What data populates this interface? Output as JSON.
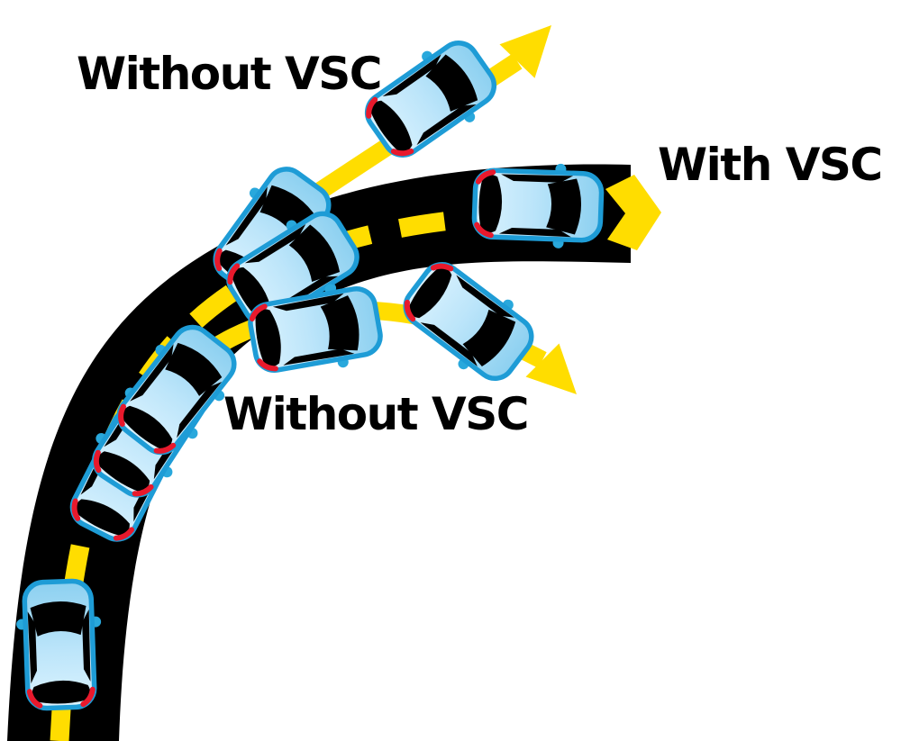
{
  "labels": {
    "without_vsc_top": "Without VSC",
    "with_vsc": "With VSC",
    "without_vsc_middle": "Without VSC"
  },
  "colors": {
    "background": "#FFFFFF",
    "road": "#000000",
    "lane_marking": "#FFDD00",
    "path_arrow": "#FFDD00",
    "car_outline": "#1E9CD6",
    "car_body_dark": "#8CD0F0",
    "car_body_mid": "#BCE5FA",
    "car_body_light": "#DCF3FE",
    "car_window": "#000000",
    "car_taillight": "#E8192C",
    "label_text": "#000000"
  },
  "icons": {
    "car": "top-view-car-icon",
    "road_end_arrow": "with-vsc-arrowhead-icon",
    "straight_arrow": "understeer-path-arrowhead-icon",
    "curved_arrow": "oversteer-path-arrowhead-icon"
  }
}
